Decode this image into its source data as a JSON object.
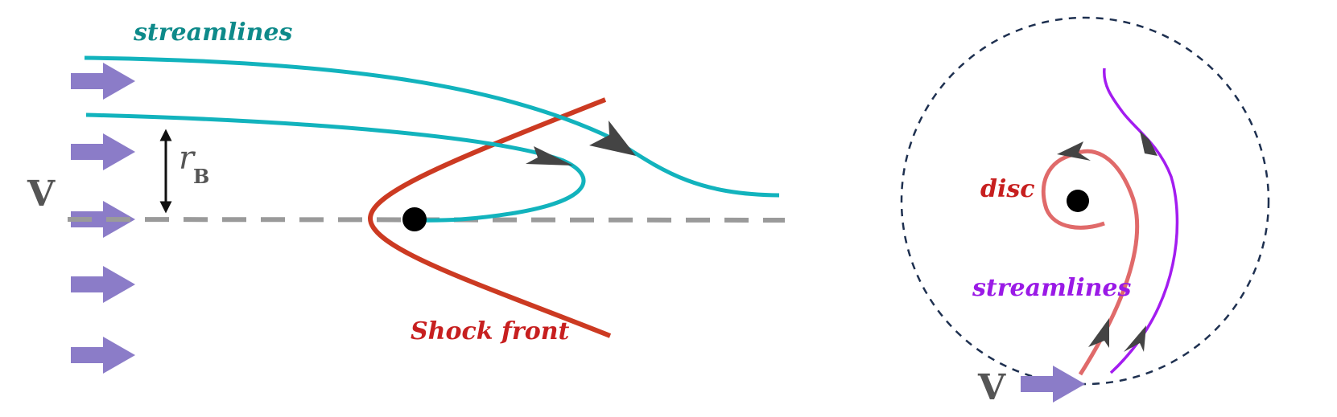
{
  "left_panel": {
    "streamlines_label": "streamlines",
    "velocity_label": "V",
    "radius_label_main": "r",
    "radius_label_sub": "B",
    "shock_label": "Shock front"
  },
  "right_panel": {
    "disc_label": "disc",
    "streamlines_label": "streamlines",
    "velocity_label": "V"
  },
  "colors": {
    "streamline_teal": "#12b3bd",
    "shock_red": "#cc3a22",
    "flow_arrow_purple": "#8b7cc8",
    "axis_gray": "#9a9a9a",
    "arrowhead_dark": "#444444",
    "disc_pink": "#e06a6a",
    "streamline_violet": "#a31cf0",
    "dashed_circle_navy": "#1e3050",
    "label_teal": "#0e8a8a",
    "label_red": "#c71f1f",
    "label_violet": "#9a1ae6",
    "label_gray": "#555555"
  }
}
